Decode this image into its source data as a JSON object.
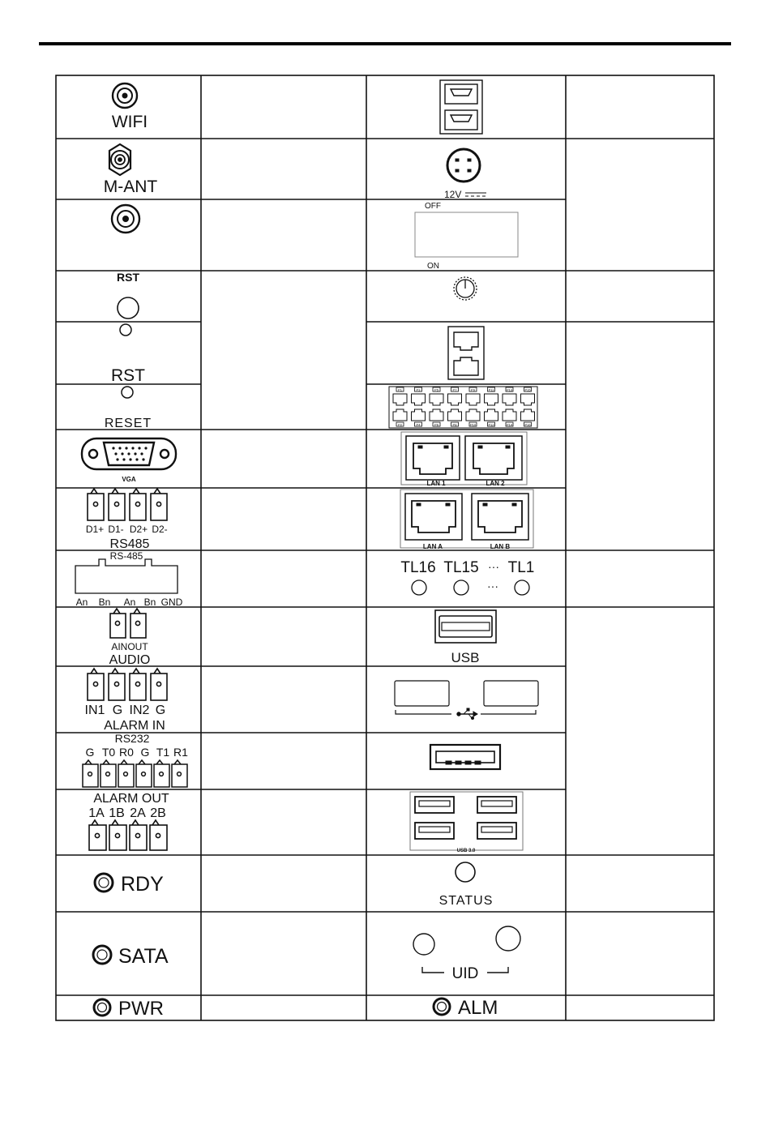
{
  "labels": {
    "wifi": "WIFI",
    "mant": "M-ANT",
    "rst_a": "RST",
    "rst_b": "RST",
    "reset": "RESET",
    "vga": "VGA",
    "rs485_pins": [
      "D1+",
      "D1-",
      "D2+",
      "D2-"
    ],
    "rs485": "RS485",
    "rs485_block_title": "RS-485",
    "rs485_block_pins": [
      "An",
      "Bn",
      "An",
      "Bn",
      "GND"
    ],
    "ainout": "AINOUT",
    "audio": "AUDIO",
    "alarm_in_pins": [
      "IN1",
      "G",
      "IN2",
      "G"
    ],
    "alarm_in": "ALARM IN",
    "rs232": "RS232",
    "rs232_pins": [
      "G",
      "T0",
      "R0",
      "G",
      "T1",
      "R1"
    ],
    "alarm_out": "ALARM OUT",
    "alarm_out_pins": [
      "1A",
      "1B",
      "2A",
      "2B"
    ],
    "rdy": "RDY",
    "sata": "SATA",
    "pwr": "PWR",
    "dc_12v": "12V",
    "switch_off": "OFF",
    "switch_on": "ON",
    "lan1": "LAN 1",
    "lan2": "LAN 2",
    "lana": "LAN A",
    "lanb": "LAN B",
    "tl16": "TL16",
    "tl15": "TL15",
    "ellipsis": "···",
    "tl1": "TL1",
    "usb": "USB",
    "usb30": "USB 3.0",
    "status": "STATUS",
    "uid": "UID",
    "alm": "ALM",
    "rj45_top_ports": [
      "P1",
      "P3",
      "P5",
      "P7",
      "P9",
      "P11",
      "P13",
      "P15"
    ],
    "rj45_bottom_ports": [
      "P2",
      "P4",
      "P6",
      "P8",
      "P10",
      "P12",
      "P14",
      "P16"
    ]
  }
}
